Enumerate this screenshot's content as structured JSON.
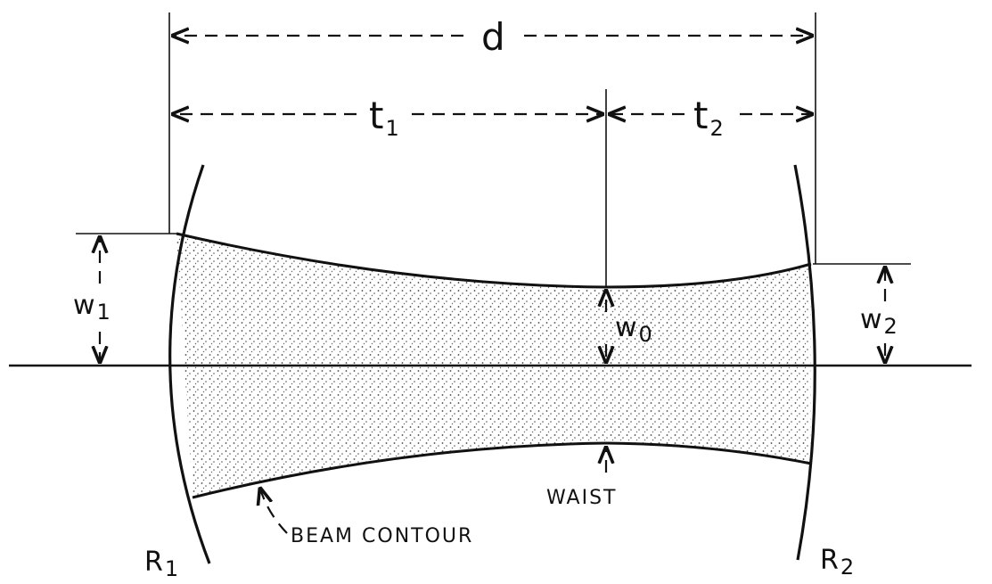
{
  "diagram": {
    "labels": {
      "d": "d",
      "t1_main": "t",
      "t1_sub": "1",
      "t2_main": "t",
      "t2_sub": "2",
      "w1_main": "w",
      "w1_sub": "1",
      "w2_main": "w",
      "w2_sub": "2",
      "w0_main": "w",
      "w0_sub": "0",
      "waist": "WAIST",
      "beam_contour": "BEAM CONTOUR",
      "r1_main": "R",
      "r1_sub": "1",
      "r2_main": "R",
      "r2_sub": "2"
    }
  }
}
